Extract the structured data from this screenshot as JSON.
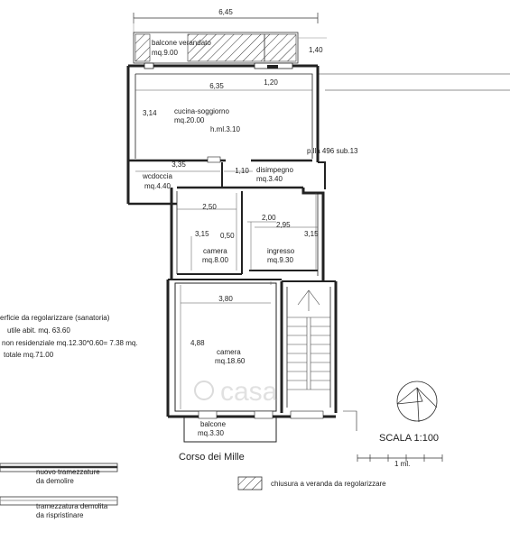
{
  "dimensions": {
    "top_width": "6,45",
    "balcony_depth": "1,40",
    "interior_width": "6,35",
    "window_width": "1,20",
    "kitchen_height": "3,14",
    "wc_width": "3,35",
    "hall_width": "1,10",
    "bedroom_small_width": "2,50",
    "bedroom_small_height": "3,15",
    "step_offset": "0,50",
    "corridor_width": "2,00",
    "entrance_width": "2,95",
    "entrance_height": "3,15",
    "bedroom_large_width": "3,80",
    "bedroom_large_height": "4,88"
  },
  "rooms": {
    "verandah_name": "balcone verandato",
    "verandah_area": "mq.9.00",
    "kitchen_name": "cucina-soggiorno",
    "kitchen_area": "mq.20.00",
    "ceiling_height": "h.ml.3.10",
    "wc_name": "wcdoccia",
    "wc_area": "mq.4.40",
    "hall_name": "disimpegno",
    "hall_area": "mq.3.40",
    "bedroom_small_name": "camera",
    "bedroom_small_area": "mq.8.00",
    "entrance_name": "ingresso",
    "entrance_area": "mq.9.30",
    "bedroom_large_name": "camera",
    "bedroom_large_area": "mq.18.60",
    "balcony_name": "balcone",
    "balcony_area": "mq.3.30"
  },
  "parcel_ref": "p.lla 496 sub.13",
  "summary": {
    "line1": "erficie da regolarizzare (sanatoria)",
    "line2": "utile abit. mq. 63.60",
    "line3": "non residenziale mq.12.30*0.60= 7.38 mq.",
    "line4": "totale mq.71.00"
  },
  "street": "Corso dei Mille",
  "scale": "SCALA 1:100",
  "scale_unit": "1 ml.",
  "watermark": "casa",
  "legend": {
    "new_wall_line1": "nuovo tramezzature",
    "new_wall_line2": "da demolire",
    "demolished_line1": "tramezzatura demolita",
    "demolished_line2": "da rispristinare",
    "verandah_closure": "chiusura a veranda da regolarizzare"
  }
}
